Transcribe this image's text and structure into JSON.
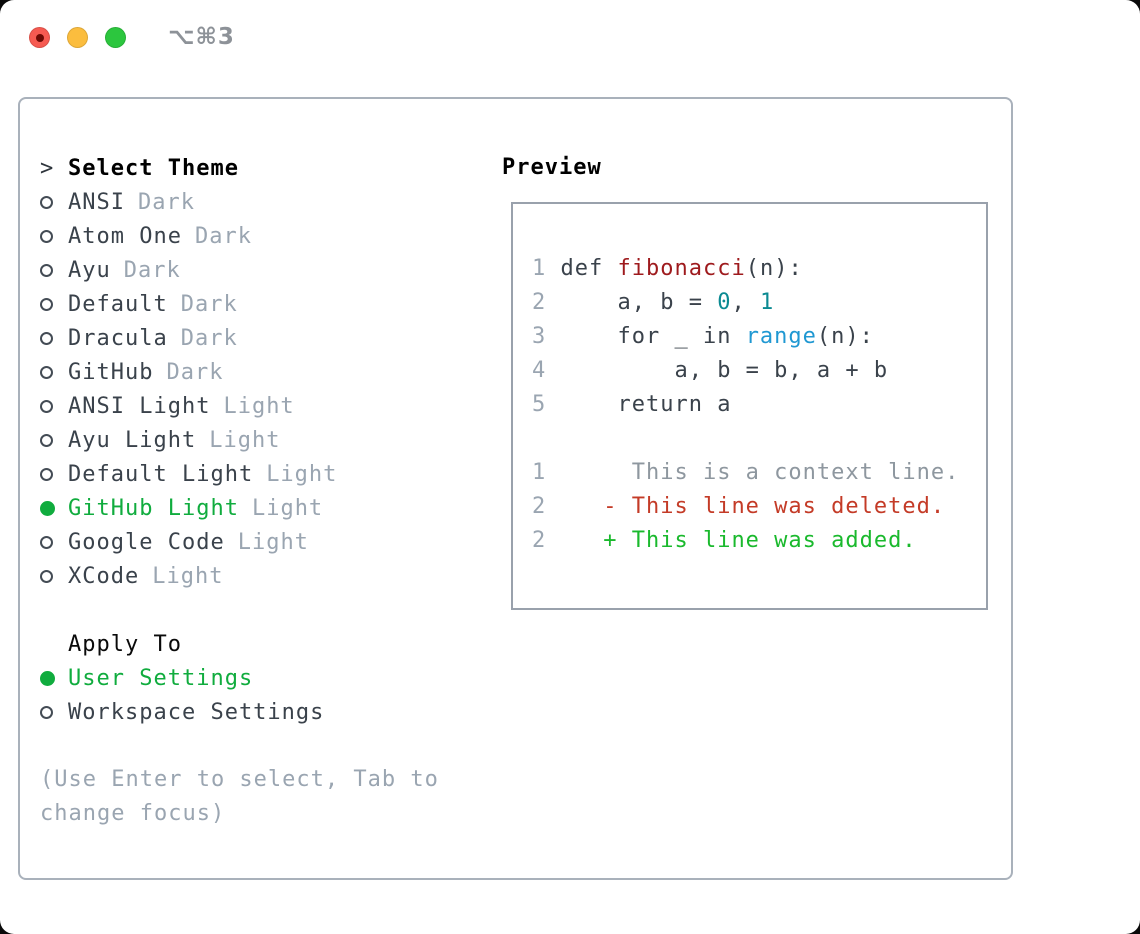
{
  "window": {
    "title": "⌥⌘3",
    "traffic_lights": [
      "close",
      "minimize",
      "zoom"
    ]
  },
  "theme_list": {
    "marker": ">",
    "title": "Select Theme",
    "items": [
      {
        "name": "ANSI",
        "variant": "Dark",
        "selected": false
      },
      {
        "name": "Atom One",
        "variant": "Dark",
        "selected": false
      },
      {
        "name": "Ayu",
        "variant": "Dark",
        "selected": false
      },
      {
        "name": "Default",
        "variant": "Dark",
        "selected": false
      },
      {
        "name": "Dracula",
        "variant": "Dark",
        "selected": false
      },
      {
        "name": "GitHub",
        "variant": "Dark",
        "selected": false
      },
      {
        "name": "ANSI Light",
        "variant": "Light",
        "selected": false
      },
      {
        "name": "Ayu Light",
        "variant": "Light",
        "selected": false
      },
      {
        "name": "Default Light",
        "variant": "Light",
        "selected": false
      },
      {
        "name": "GitHub Light",
        "variant": "Light",
        "selected": true
      },
      {
        "name": "Google Code",
        "variant": "Light",
        "selected": false
      },
      {
        "name": "XCode",
        "variant": "Light",
        "selected": false
      }
    ]
  },
  "apply_to": {
    "title": "Apply To",
    "options": [
      {
        "label": "User Settings",
        "selected": true
      },
      {
        "label": "Workspace Settings",
        "selected": false
      }
    ]
  },
  "hint": {
    "text": "(Use Enter to select, Tab to change focus)"
  },
  "preview": {
    "title": "Preview",
    "lines": [
      [
        {
          "t": "1 ",
          "c": "num"
        },
        {
          "t": "def ",
          "c": "code"
        },
        {
          "t": "fibonacci",
          "c": "fn"
        },
        {
          "t": "(n):",
          "c": "code"
        }
      ],
      [
        {
          "t": "2 ",
          "c": "num"
        },
        {
          "t": "    a, b = ",
          "c": "code"
        },
        {
          "t": "0",
          "c": "lit"
        },
        {
          "t": ", ",
          "c": "code"
        },
        {
          "t": "1",
          "c": "lit"
        }
      ],
      [
        {
          "t": "3 ",
          "c": "num"
        },
        {
          "t": "    for _ in ",
          "c": "code"
        },
        {
          "t": "range",
          "c": "builtin"
        },
        {
          "t": "(n):",
          "c": "code"
        }
      ],
      [
        {
          "t": "4 ",
          "c": "num"
        },
        {
          "t": "        a, b = b, a + b",
          "c": "code"
        }
      ],
      [
        {
          "t": "5 ",
          "c": "num"
        },
        {
          "t": "    return a",
          "c": "code"
        }
      ],
      [],
      [
        {
          "t": "1 ",
          "c": "num"
        },
        {
          "t": "     This is a context line.",
          "c": "ctx"
        }
      ],
      [
        {
          "t": "2 ",
          "c": "num"
        },
        {
          "t": "   - This line was deleted.",
          "c": "del"
        }
      ],
      [
        {
          "t": "2 ",
          "c": "num"
        },
        {
          "t": "   + This line was added.",
          "c": "add"
        }
      ]
    ]
  },
  "colors": {
    "selected_green": "#10ac3e",
    "added_green": "#1ab92d",
    "deleted_red": "#c43b27",
    "function_red": "#9e1a1d",
    "number_teal": "#0b8a92",
    "builtin_blue": "#2098d2",
    "muted_gray": "#9aa5b1",
    "text_dark": "#3a424b",
    "panel_border": "#a9b1bb",
    "traffic_red": "#f65a51",
    "traffic_yellow": "#fbbd3e",
    "traffic_green": "#2cc63e"
  }
}
